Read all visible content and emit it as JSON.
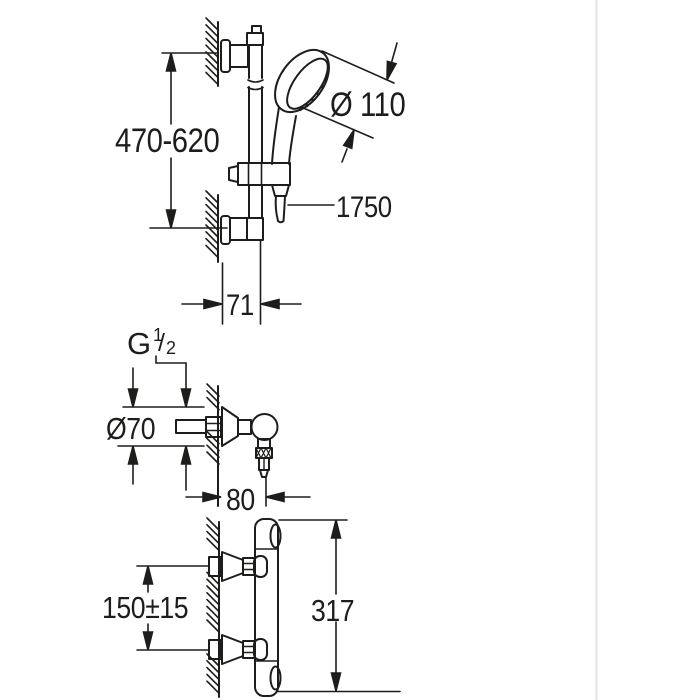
{
  "drawing": {
    "title": "shower-set-dimensional-drawing",
    "shower_rail": {
      "height_range": "470-620",
      "head_diameter": "Ø 110",
      "hose_length": "1750",
      "wall_offset": "71"
    },
    "wall_union": {
      "thread_g": "G",
      "thread_num": "1",
      "thread_slash": "/",
      "thread_den": "2",
      "escutcheon_diameter": "Ø70",
      "outlet_offset": "80"
    },
    "thermostat": {
      "connection_spacing": "150±15",
      "total_height": "317"
    },
    "colors": {
      "line": "#1d1d1b",
      "background": "#ffffff",
      "divider": "#e3e3e3"
    }
  }
}
